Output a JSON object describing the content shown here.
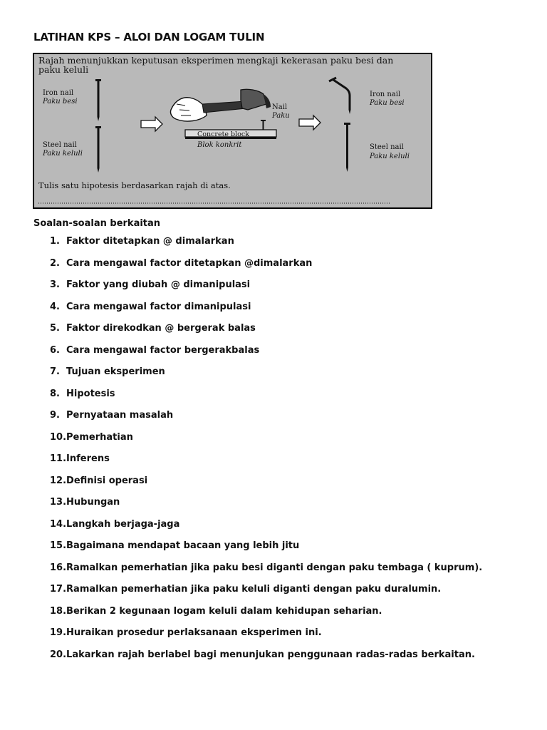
{
  "title": "LATIHAN KPS – ALOI DAN LOGAM TULIN",
  "figure": {
    "caption_line1": "Rajah menunjukkan keputusan eksperimen mengkaji kekerasan paku besi dan",
    "caption_line2": "paku keluli",
    "iron_nail_en": "Iron nail",
    "iron_nail_ms": "Paku besi",
    "steel_nail_en": "Steel nail",
    "steel_nail_ms": "Paku keluli",
    "nail_en": "Nail",
    "nail_ms": "Paku",
    "block_en": "Concrete block",
    "block_ms": "Blok konkrit",
    "result_iron_en": "Iron nail",
    "result_iron_ms": "Paku besi",
    "result_steel_en": "Steel nail",
    "result_steel_ms": "Paku keluli",
    "instruction": "Tulis satu hipotesis berdasarkan rajah di atas."
  },
  "section_label": "Soalan-soalan berkaitan",
  "questions": [
    {
      "num": "1.",
      "text": "Faktor ditetapkan  @ dimalarkan"
    },
    {
      "num": "2.",
      "text": "Cara mengawal factor ditetapkan @dimalarkan"
    },
    {
      "num": "3.",
      "text": "Faktor yang diubah @ dimanipulasi"
    },
    {
      "num": "4.",
      "text": "Cara mengawal factor dimanipulasi"
    },
    {
      "num": "5.",
      "text": "Faktor direkodkan @ bergerak balas"
    },
    {
      "num": "6.",
      "text": "Cara mengawal factor bergerakbalas"
    },
    {
      "num": "7.",
      "text": "Tujuan eksperimen"
    },
    {
      "num": "8.",
      "text": "Hipotesis"
    },
    {
      "num": "9.",
      "text": "Pernyataan masalah"
    },
    {
      "num": "10.",
      "text": "Pemerhatian"
    },
    {
      "num": "11.",
      "text": "Inferens"
    },
    {
      "num": "12.",
      "text": "Definisi operasi"
    },
    {
      "num": "13.",
      "text": "Hubungan"
    },
    {
      "num": "14.",
      "text": "Langkah berjaga-jaga"
    },
    {
      "num": "15.",
      "text": "Bagaimana mendapat bacaan yang lebih jitu"
    },
    {
      "num": "16.",
      "text": "Ramalkan pemerhatian jika paku besi diganti dengan paku tembaga ( kuprum)."
    },
    {
      "num": "17.",
      "text": "Ramalkan pemerhatian jika paku keluli diganti dengan paku duralumin."
    },
    {
      "num": "18.",
      "text": "Berikan 2 kegunaan logam keluli dalam kehidupan seharian."
    },
    {
      "num": "19.",
      "text": "Huraikan prosedur perlaksanaan eksperimen ini."
    },
    {
      "num": "20.",
      "text": "Lakarkan rajah berlabel bagi menunjukan penggunaan radas-radas berkaitan."
    }
  ]
}
